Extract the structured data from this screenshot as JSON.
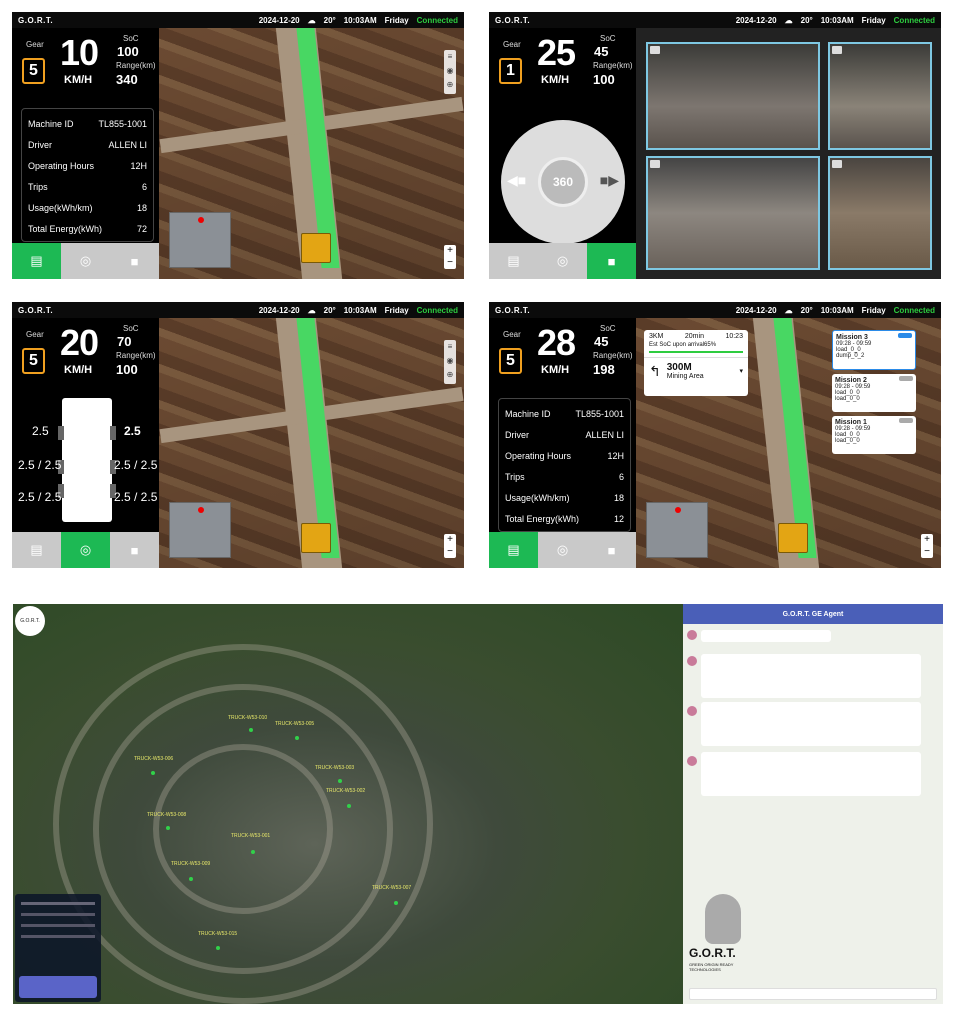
{
  "common": {
    "brand": "G.O.R.T.",
    "date": "2024-12-20",
    "temp": "20°",
    "time": "10:03AM",
    "day": "Friday",
    "status": "Connected",
    "gear_label": "Gear",
    "soc_label": "SoC",
    "range_label": "Range(km)",
    "kmh": "KM/H",
    "accent_green": "#1db954",
    "gear_color": "#f0a020"
  },
  "panel1": {
    "gear": "5",
    "speed": "10",
    "soc": "100",
    "range": "340",
    "info": [
      {
        "k": "Machine ID",
        "v": "TL855-1001"
      },
      {
        "k": "Driver",
        "v": "ALLEN LI"
      },
      {
        "k": "Operating Hours",
        "v": "12H"
      },
      {
        "k": "Trips",
        "v": "6"
      },
      {
        "k": "Usage(kWh/km)",
        "v": "18"
      },
      {
        "k": "Total Energy(kWh)",
        "v": "72"
      }
    ]
  },
  "panel2": {
    "gear": "1",
    "speed": "25",
    "soc": "45",
    "range": "100",
    "view360": "360"
  },
  "panel3": {
    "gear": "5",
    "speed": "20",
    "soc": "70",
    "range": "100",
    "tires": [
      "2.5",
      "2.5",
      "2.5 / 2.5",
      "2.5 / 2.5",
      "2.5 / 2.5",
      "2.5 / 2.5"
    ]
  },
  "panel4": {
    "gear": "5",
    "speed": "28",
    "soc": "45",
    "range": "198",
    "info": [
      {
        "k": "Machine ID",
        "v": "TL855-1001"
      },
      {
        "k": "Driver",
        "v": "ALLEN LI"
      },
      {
        "k": "Operating Hours",
        "v": "12H"
      },
      {
        "k": "Trips",
        "v": "6"
      },
      {
        "k": "Usage(kWh/km)",
        "v": "18"
      },
      {
        "k": "Total Energy(kWh)",
        "v": "12"
      }
    ],
    "nav": {
      "dist": "3KM",
      "eta": "20min",
      "time": "10:23",
      "soc_note": "Est SoC upon arrival65%",
      "turn_dist": "300M",
      "turn_dest": "Mining Area"
    },
    "missions": [
      {
        "title": "Mission 3",
        "time": "09:28 - 09:59",
        "items": [
          "load_0_0",
          "dump_0_2"
        ]
      },
      {
        "title": "Mission 2",
        "time": "09:28 - 09:59",
        "items": [
          "load_0_0",
          "load_0_0"
        ]
      },
      {
        "title": "Mission 1",
        "time": "09:28 - 09:59",
        "items": [
          "load_0_0",
          "load_0_0"
        ]
      }
    ]
  },
  "aerial": {
    "trucks": [
      {
        "label": "TRUCK-W53-010"
      },
      {
        "label": "TRUCK-W53-006"
      },
      {
        "label": "TRUCK-W53-005"
      },
      {
        "label": "TRUCK-W53-003"
      },
      {
        "label": "TRUCK-W53-002"
      },
      {
        "label": "TRUCK-W53-001"
      },
      {
        "label": "TRUCK-W53-008"
      },
      {
        "label": "TRUCK-W53-009"
      },
      {
        "label": "TRUCK-W53-007"
      },
      {
        "label": "TRUCK-W53-015"
      }
    ],
    "agent_title": "G.O.R.T. GE Agent",
    "logo_text": "G.O.R.T.",
    "logo_sub": "GREEN ORIGIN READY TECHNOLOGIES"
  }
}
